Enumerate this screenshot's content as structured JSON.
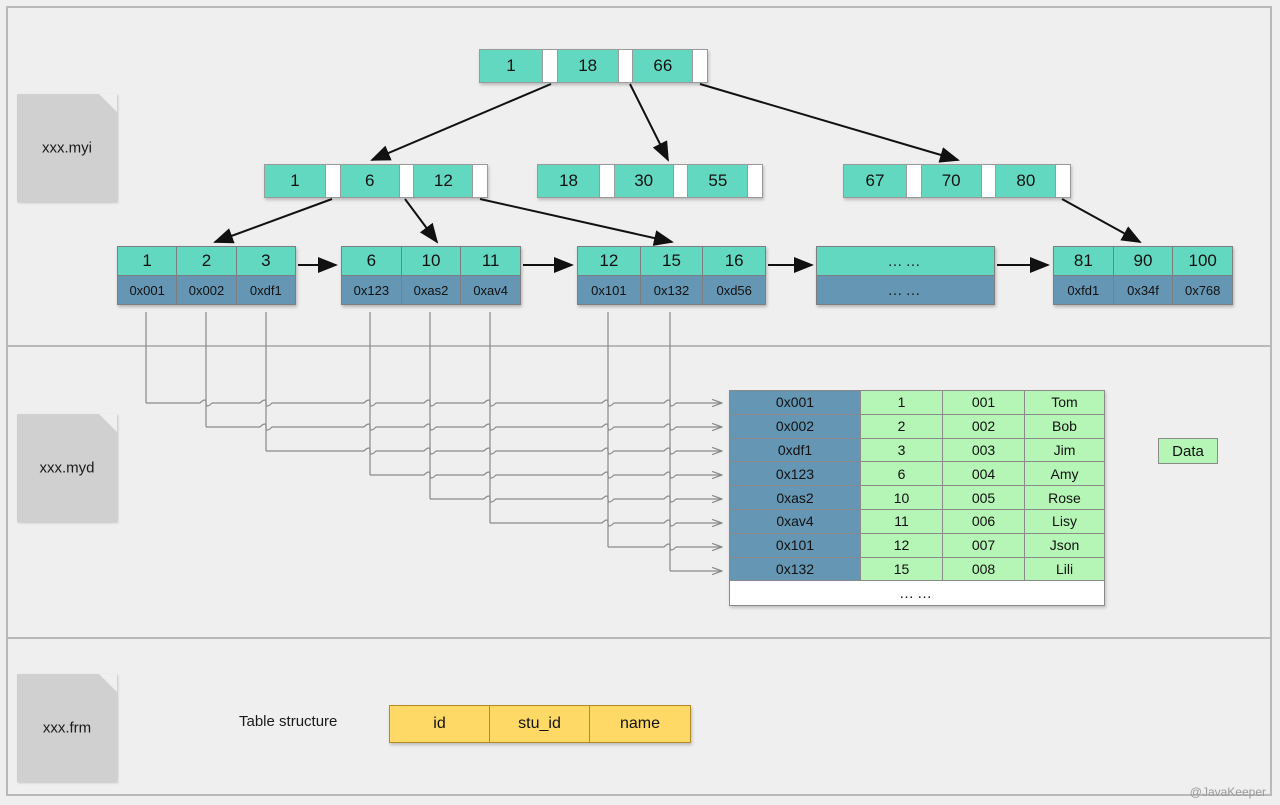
{
  "files": {
    "myi": "xxx.myi",
    "myd": "xxx.myd",
    "frm": "xxx.frm"
  },
  "tree": {
    "root": {
      "keys": [
        "1",
        "18",
        "66"
      ]
    },
    "level2": [
      {
        "keys": [
          "1",
          "6",
          "12"
        ]
      },
      {
        "keys": [
          "18",
          "30",
          "55"
        ]
      },
      {
        "keys": [
          "67",
          "70",
          "80"
        ]
      }
    ],
    "leaves": [
      {
        "keys": [
          "1",
          "2",
          "3"
        ],
        "ptrs": [
          "0x001",
          "0x002",
          "0xdf1"
        ]
      },
      {
        "keys": [
          "6",
          "10",
          "11"
        ],
        "ptrs": [
          "0x123",
          "0xas2",
          "0xav4"
        ]
      },
      {
        "keys": [
          "12",
          "15",
          "16"
        ],
        "ptrs": [
          "0x101",
          "0x132",
          "0xd56"
        ]
      },
      {
        "keys": [
          "……"
        ],
        "ptrs": [
          "……"
        ]
      },
      {
        "keys": [
          "81",
          "90",
          "100"
        ],
        "ptrs": [
          "0xfd1",
          "0x34f",
          "0x768"
        ]
      }
    ]
  },
  "data_table": {
    "legend_label": "Data",
    "rows": [
      {
        "addr": "0x001",
        "id": "1",
        "stu_id": "001",
        "name": "Tom"
      },
      {
        "addr": "0x002",
        "id": "2",
        "stu_id": "002",
        "name": "Bob"
      },
      {
        "addr": "0xdf1",
        "id": "3",
        "stu_id": "003",
        "name": "Jim"
      },
      {
        "addr": "0x123",
        "id": "6",
        "stu_id": "004",
        "name": "Amy"
      },
      {
        "addr": "0xas2",
        "id": "10",
        "stu_id": "005",
        "name": "Rose"
      },
      {
        "addr": "0xav4",
        "id": "11",
        "stu_id": "006",
        "name": "Lisy"
      },
      {
        "addr": "0x101",
        "id": "12",
        "stu_id": "007",
        "name": "Json"
      },
      {
        "addr": "0x132",
        "id": "15",
        "stu_id": "008",
        "name": "Lili"
      }
    ],
    "ellipsis": "……"
  },
  "table_structure": {
    "label": "Table structure",
    "columns": [
      "id",
      "stu_id",
      "name"
    ]
  },
  "watermark": "@JavaKeeper",
  "colors": {
    "background": "#efefef",
    "key_cell": "#63d8c0",
    "pointer_cell": "#6596b4",
    "data_cell": "#b5f5b5",
    "schema_cell": "#ffd966",
    "file_badge": "#d0d0d0",
    "border": "#b9b9b9"
  }
}
